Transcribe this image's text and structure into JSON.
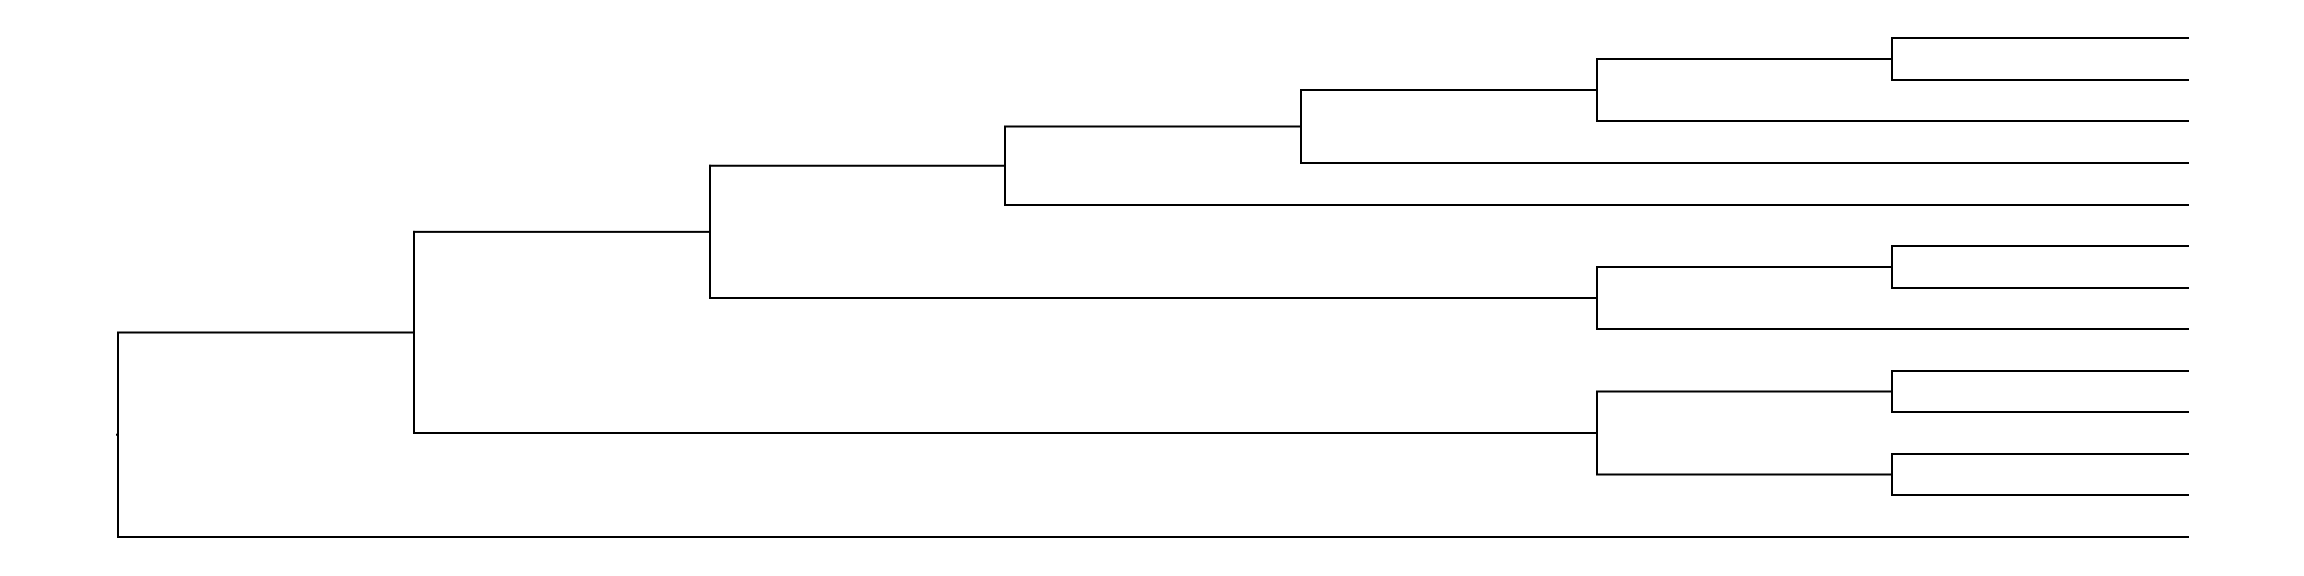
{
  "diagram": {
    "type": "dendrogram",
    "orientation": "left-to-right",
    "leaf_labels_shown": false,
    "leaf_count": 13,
    "line_color": "#000000",
    "background": "#ffffff",
    "merge_depths": [
      {
        "node": "n1",
        "children": [
          "L1",
          "L2"
        ],
        "depth": 6
      },
      {
        "node": "n2",
        "children": [
          "n1",
          "L3"
        ],
        "depth": 5
      },
      {
        "node": "n3",
        "children": [
          "n2",
          "L4"
        ],
        "depth": 4
      },
      {
        "node": "n4",
        "children": [
          "n3",
          "L5"
        ],
        "depth": 3
      },
      {
        "node": "n5",
        "children": [
          "L6",
          "L7"
        ],
        "depth": 6
      },
      {
        "node": "n6",
        "children": [
          "n5",
          "L8"
        ],
        "depth": 5
      },
      {
        "node": "n7",
        "children": [
          "n4",
          "n6"
        ],
        "depth": 2
      },
      {
        "node": "n8",
        "children": [
          "L9",
          "L10"
        ],
        "depth": 6
      },
      {
        "node": "n9",
        "children": [
          "L11",
          "L12"
        ],
        "depth": 6
      },
      {
        "node": "n10",
        "children": [
          "n8",
          "n9"
        ],
        "depth": 5
      },
      {
        "node": "n11",
        "children": [
          "n7",
          "n10"
        ],
        "depth": 1
      },
      {
        "node": "root",
        "children": [
          "n11",
          "L13"
        ],
        "depth": 0
      }
    ]
  }
}
